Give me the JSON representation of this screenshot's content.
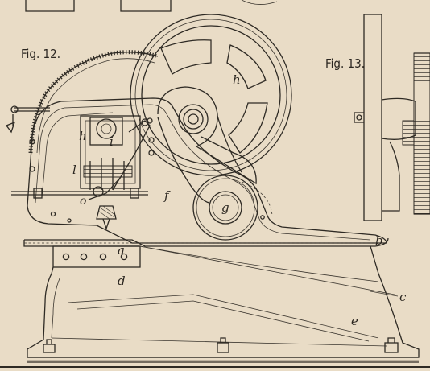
{
  "figures": {
    "fig12": "Fig. 12.",
    "fig13": "Fig. 13."
  },
  "labels": {
    "h_flywheel": "h",
    "h_gear": "h",
    "i": "i",
    "l": "l",
    "o": "o",
    "f": "f",
    "g": "g",
    "a": "a",
    "b": "b",
    "c": "c",
    "d": "d",
    "e": "e"
  },
  "colors": {
    "paper": "#e9dcc6",
    "ink": "#2e2a24"
  }
}
